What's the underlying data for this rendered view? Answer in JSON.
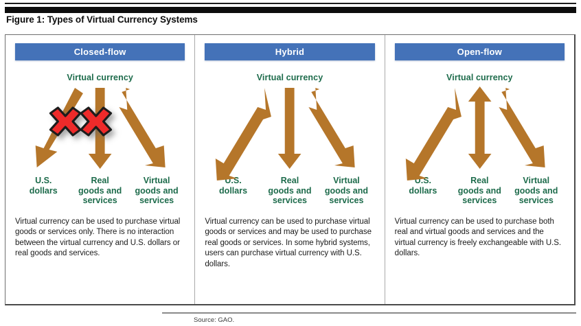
{
  "figure": {
    "title": "Figure 1: Types of Virtual Currency Systems",
    "source": "Source: GAO."
  },
  "colors": {
    "header_blue": "#4472b8",
    "node_green": "#1d6b4b",
    "arrow_orange": "#b5762a",
    "x_red": "#ee2b2b",
    "x_outline": "#1a1a1a"
  },
  "panels": [
    {
      "id": "closed-flow",
      "header": "Closed-flow",
      "top_node": "Virtual currency",
      "bottom_nodes": [
        "U.S.\ndollars",
        "Real\ngoods and\nservices",
        "Virtual\ngoods and\nservices"
      ],
      "bottom_nodes_lines": [
        [
          "U.S.",
          "dollars"
        ],
        [
          "Real",
          "goods and",
          "services"
        ],
        [
          "Virtual",
          "goods and",
          "services"
        ]
      ],
      "arrows": [
        {
          "target": "U.S. dollars",
          "direction": "down",
          "blocked": true
        },
        {
          "target": "Real goods and services",
          "direction": "down",
          "blocked": true
        },
        {
          "target": "Virtual goods and services",
          "direction": "both",
          "blocked": false
        }
      ],
      "blocked_marks": 2,
      "description": "Virtual currency can be used to purchase virtual goods or services only. There is no interaction between the virtual currency and U.S. dollars or real goods and services."
    },
    {
      "id": "hybrid",
      "header": "Hybrid",
      "top_node": "Virtual currency",
      "bottom_nodes": [
        "U.S.\ndollars",
        "Real\ngoods and\nservices",
        "Virtual\ngoods and\nservices"
      ],
      "bottom_nodes_lines": [
        [
          "U.S.",
          "dollars"
        ],
        [
          "Real",
          "goods and",
          "services"
        ],
        [
          "Virtual",
          "goods and",
          "services"
        ]
      ],
      "arrows": [
        {
          "target": "U.S. dollars",
          "direction": "up",
          "blocked": false
        },
        {
          "target": "Real goods and services",
          "direction": "down",
          "blocked": false
        },
        {
          "target": "Virtual goods and services",
          "direction": "both",
          "blocked": false
        }
      ],
      "blocked_marks": 0,
      "description": "Virtual currency can be used to purchase virtual goods or services and may be used to purchase real goods or services. In some hybrid systems, users can purchase virtual currency with U.S. dollars."
    },
    {
      "id": "open-flow",
      "header": "Open-flow",
      "top_node": "Virtual currency",
      "bottom_nodes": [
        "U.S.\ndollars",
        "Real\ngoods and\nservices",
        "Virtual\ngoods and\nservices"
      ],
      "bottom_nodes_lines": [
        [
          "U.S.",
          "dollars"
        ],
        [
          "Real",
          "goods and",
          "services"
        ],
        [
          "Virtual",
          "goods and",
          "services"
        ]
      ],
      "arrows": [
        {
          "target": "U.S. dollars",
          "direction": "both",
          "blocked": false
        },
        {
          "target": "Real goods and services",
          "direction": "both",
          "blocked": false
        },
        {
          "target": "Virtual goods and services",
          "direction": "both",
          "blocked": false
        }
      ],
      "blocked_marks": 0,
      "description": "Virtual currency can be used to purchase both real and virtual goods and services and the virtual currency is freely exchangeable with U.S. dollars."
    }
  ]
}
